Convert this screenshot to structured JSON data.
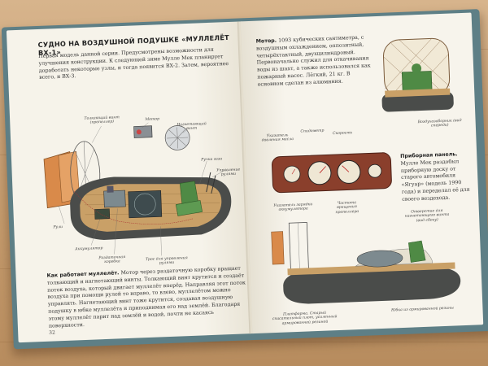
{
  "left_page": {
    "title": "СУДНО НА ВОЗДУШНОЙ ПОДУШКЕ «МУЛЛЕЛЁТ ВХ-1»",
    "intro": "Первая модель данной серии. Предусмотрены возможности для улучшения конструкции. К следующей зиме Мулле Мек планирует доработать некоторые узлы, и тогда появится ВХ-2. Затем, вероятнее всего, и ВХ-3.",
    "labels": {
      "pusher_fan": "Толкающий винт (пропеллер)",
      "motor": "Мотор",
      "lift_fan": "Нагнетающий винт",
      "rudder_handle": "Ручка газа",
      "steering": "Управление рулями",
      "rudders": "Рули",
      "battery": "Аккумулятор",
      "gearbox": "Раздаточная коробка",
      "cable": "Трос для управления рулями"
    },
    "how_heading": "Как работает муллелёт.",
    "how_text": "Мотор через раздаточную коробку вращает толкающий и нагнетающий винты. Толкающий винт крутится и создаёт поток воздуха, который двигает муллелёт вперёд. Направляя этот поток воздуха при помощи рулей то вправо, то влево, муллелётом можно управлять. Нагнетающий винт тоже крутится, создавая воздушную подушку в юбке муллелёта и приподнимая его над землёй. Благодаря этому муллелёт парит над землёй и водой, почти не касаясь поверхности.",
    "page_number": "32"
  },
  "right_page": {
    "motor_heading": "Мотор.",
    "motor_text": "1093 кубических сантиметра, с воздушным охлаждением, оппозитный, четырёхтактный, двухцилиндровый. Первоначально служил для откачивания воды из шахт, а также использовался как пожарный насос. Лёгкий, 21 кг. В основном сделан из алюминия.",
    "labels": {
      "air_intake": "Воздухозаборник (вид спереди)",
      "speedometer": "Спидометр",
      "pressure": "Указатель давления масла",
      "charge": "Указатель зарядки аккумулятора",
      "tachometer": "Скорость",
      "propeller_speed": "Частота вращения пропеллера",
      "fan_hatch": "Отверстие для нагнетающего винта (вид сбоку)",
      "platform": "Платформа. Старый спасательный плот, усиленный армированной резиной",
      "skirt": "Юбка из армированной резины"
    },
    "dash_heading": "Приборная панель.",
    "dash_text": "Мулле Мек раздобыл приборную доску от старого автомобиля «Ягуар» (модель 1990 года) и переделал её для своего вездехода."
  },
  "colors": {
    "page": "#f7f4ec",
    "cover": "#5e7f86",
    "hull": "#4a4c4a",
    "deck": "#c9a067",
    "green": "#4f8a45",
    "orange": "#d98a4a",
    "dash_wood": "#8a3f2c"
  }
}
